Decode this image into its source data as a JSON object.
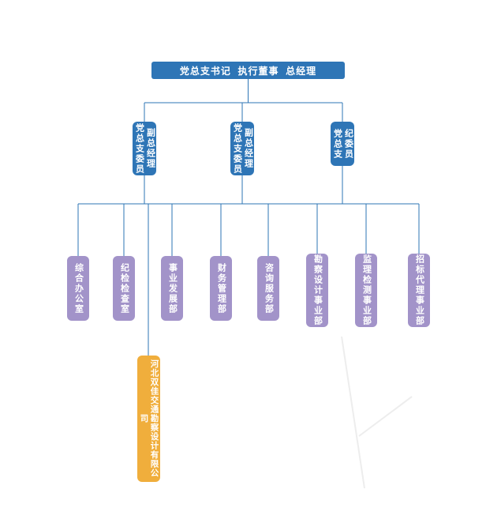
{
  "org_chart": {
    "root": {
      "label": "党总支书记  执行董事  总经理"
    },
    "level2": [
      {
        "left_column": "党总支委员",
        "right_column": "副总经理"
      },
      {
        "left_column": "党总支委员",
        "right_column": "副总经理"
      },
      {
        "left_column": "党总支",
        "right_column": "纪委员"
      }
    ],
    "departments": [
      {
        "label": "综合办公室"
      },
      {
        "label": "纪检检查室"
      },
      {
        "label": "事业发展部"
      },
      {
        "label": "财务管理部"
      },
      {
        "label": "咨询服务部"
      },
      {
        "label": "勘察设计事业部"
      },
      {
        "label": "监理检测事业部"
      },
      {
        "label": "招标代理事业部"
      }
    ],
    "company": {
      "label": "河北双佳交通勘察设计有限公司"
    }
  },
  "colors": {
    "node_blue": "#2e75b6",
    "node_purple": "#a293c9",
    "node_orange": "#f0ae3c",
    "connector_blue": "#2e75b6",
    "background": "#ffffff"
  }
}
